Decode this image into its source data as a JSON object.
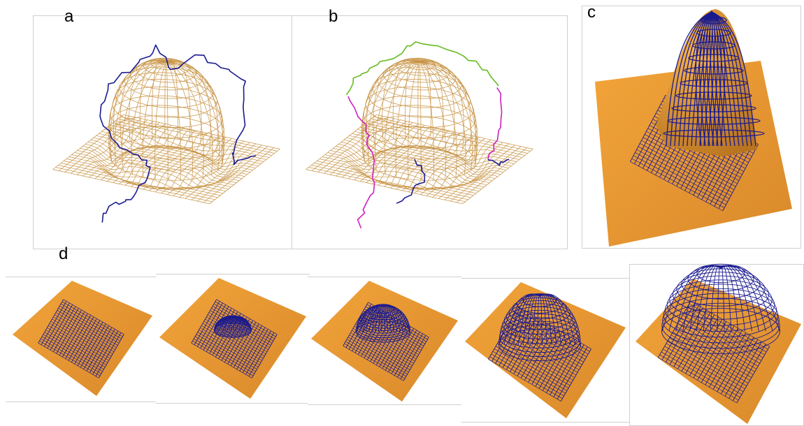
{
  "labels": {
    "a": "a",
    "b": "b",
    "c": "c",
    "d": "d"
  },
  "colors": {
    "mesh_orange": "#c89446",
    "surface_orange": "#f2a43a",
    "surface_orange_dark": "#d9892a",
    "path_blue": "#1a1a8f",
    "path_magenta": "#cc22bb",
    "path_green": "#66bb22"
  },
  "panels": {
    "a": {
      "kind": "wireframe-dome-with-path",
      "path_colors": [
        "blue"
      ]
    },
    "b": {
      "kind": "wireframe-dome-with-path",
      "path_colors": [
        "green",
        "magenta",
        "blue"
      ]
    },
    "c": {
      "kind": "surface-peak-with-lattice"
    },
    "d": {
      "kind": "growth-sequence",
      "steps": 5
    }
  }
}
